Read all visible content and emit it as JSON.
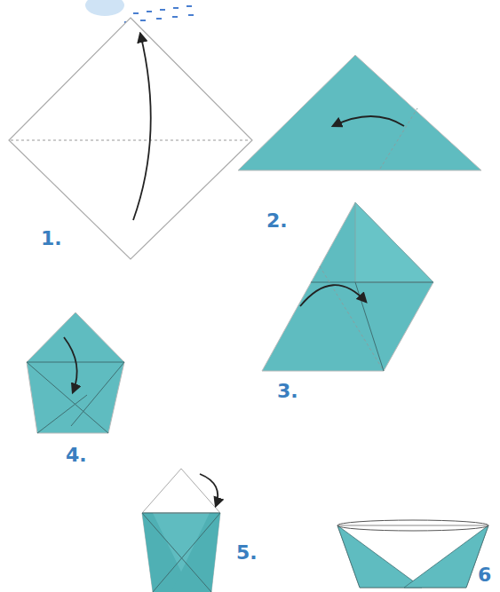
{
  "diagram": {
    "labels": [
      "1.",
      "2.",
      "3.",
      "4.",
      "5.",
      "6"
    ]
  }
}
